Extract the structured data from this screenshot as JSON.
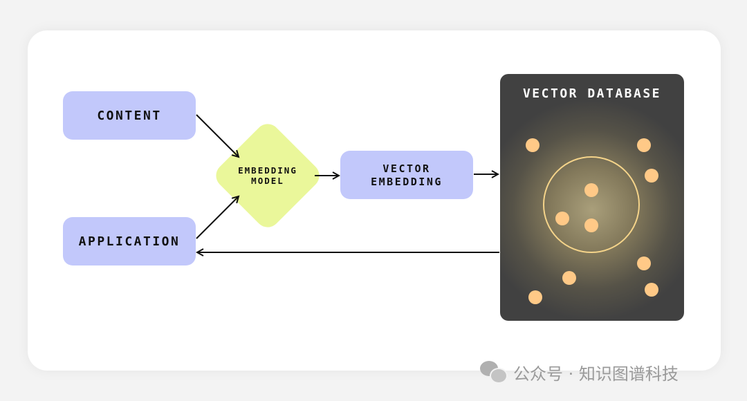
{
  "nodes": {
    "content": "CONTENT",
    "application": "APPLICATION",
    "embedding_model": [
      "EMBEDDING",
      "MODEL"
    ],
    "vector_embedding": [
      "VECTOR",
      "EMBEDDING"
    ],
    "vector_database": "VECTOR DATABASE"
  },
  "watermark": {
    "text": "公众号 · 知识图谱科技",
    "icon": "wechat-icon"
  },
  "colors": {
    "pill": "#c2c8fb",
    "diamond": "#eaf79a",
    "database": "#414141",
    "dot": "#ffc987",
    "arrow": "#111111"
  }
}
